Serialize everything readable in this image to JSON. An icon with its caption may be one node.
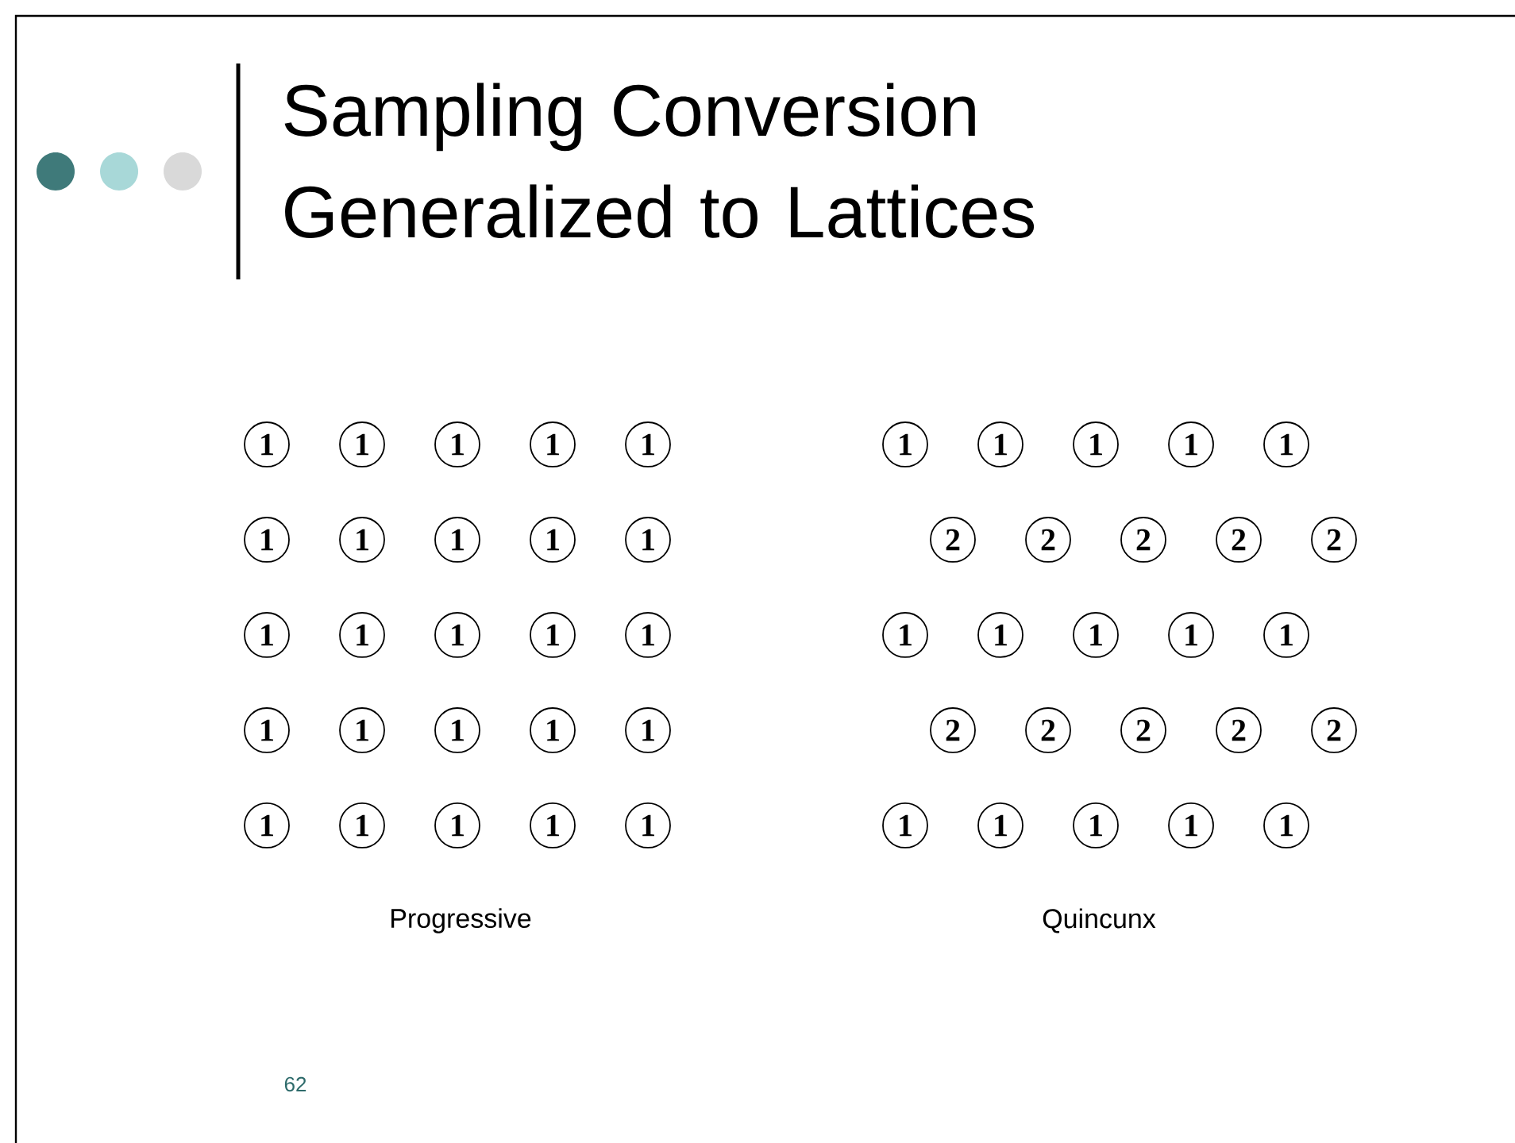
{
  "diagram": {
    "title": "Sampling Conversion Generalized to Lattices",
    "nodes": [
      {
        "text": [
          "1"
        ]
      },
      {
        "text": [
          "1"
        ]
      },
      {
        "text": [
          "1"
        ]
      },
      {
        "text": [
          "1"
        ]
      },
      {
        "text": [
          "1"
        ]
      },
      {
        "text": [
          "1"
        ]
      },
      {
        "text": [
          "1"
        ]
      },
      {
        "text": [
          "1"
        ]
      },
      {
        "text": [
          "1"
        ]
      },
      {
        "text": [
          "1"
        ]
      },
      {
        "text": [
          "1"
        ]
      },
      {
        "text": [
          "1"
        ]
      },
      {
        "text": [
          "1"
        ]
      },
      {
        "text": [
          "1"
        ]
      },
      {
        "text": [
          "1"
        ]
      },
      {
        "text": [
          "1"
        ]
      },
      {
        "text": [
          "1"
        ]
      },
      {
        "text": [
          "1"
        ]
      },
      {
        "text": [
          "1"
        ]
      },
      {
        "text": [
          "1"
        ]
      },
      {
        "text": [
          "1"
        ]
      },
      {
        "text": [
          "1"
        ]
      },
      {
        "text": [
          "1"
        ]
      },
      {
        "text": [
          "1"
        ]
      },
      {
        "text": [
          "1"
        ]
      },
      {
        "text": [
          "1"
        ]
      },
      {
        "text": [
          "1"
        ]
      },
      {
        "text": [
          "1"
        ]
      },
      {
        "text": [
          "1"
        ]
      },
      {
        "text": [
          "1"
        ]
      },
      {
        "text": [
          "2"
        ]
      },
      {
        "text": [
          "2"
        ]
      },
      {
        "text": [
          "2"
        ]
      },
      {
        "text": [
          "2"
        ]
      },
      {
        "text": [
          "2"
        ]
      },
      {
        "text": [
          "1"
        ]
      },
      {
        "text": [
          "1"
        ]
      },
      {
        "text": [
          "1"
        ]
      },
      {
        "text": [
          "1"
        ]
      },
      {
        "text": [
          "1"
        ]
      },
      {
        "text": [
          "2"
        ]
      },
      {
        "text": [
          "2"
        ]
      },
      {
        "text": [
          "2"
        ]
      },
      {
        "text": [
          "2"
        ]
      },
      {
        "text": [
          "2"
        ]
      },
      {
        "text": [
          "1"
        ]
      },
      {
        "text": [
          "1"
        ]
      },
      {
        "text": [
          "1"
        ]
      },
      {
        "text": [
          "1"
        ]
      },
      {
        "text": [
          "1"
        ]
      }
    ],
    "labels": [
      "Progressive",
      "Quincunx",
      "62"
    ]
  }
}
